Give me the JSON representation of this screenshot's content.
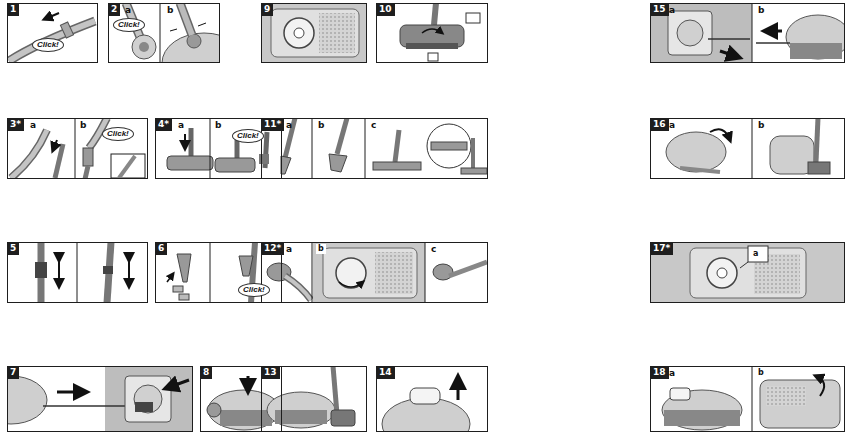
{
  "diagram": {
    "nodes": [
      {
        "text": [
          "1",
          "Click!"
        ]
      },
      {
        "text": [
          "2",
          "a",
          "Click!",
          "b"
        ]
      },
      {
        "text": [
          "3*",
          "a",
          "b",
          "Click!"
        ]
      },
      {
        "text": [
          "4*",
          "a",
          "b",
          "Click!"
        ]
      },
      {
        "text": [
          "5"
        ]
      },
      {
        "text": [
          "6",
          "Click!"
        ]
      },
      {
        "text": [
          "7"
        ]
      },
      {
        "text": [
          "8"
        ]
      },
      {
        "text": [
          "9"
        ]
      },
      {
        "text": [
          "10"
        ]
      },
      {
        "text": [
          "11*",
          "a",
          "b",
          "c"
        ]
      },
      {
        "text": [
          "12*",
          "a",
          "b",
          "c"
        ]
      },
      {
        "text": [
          "13"
        ]
      },
      {
        "text": [
          "14"
        ]
      },
      {
        "text": [
          "15",
          "a",
          "b"
        ]
      },
      {
        "text": [
          "16",
          "a",
          "b"
        ]
      },
      {
        "text": [
          "17*",
          "a"
        ]
      },
      {
        "text": [
          "18",
          "a",
          "b"
        ]
      }
    ]
  }
}
